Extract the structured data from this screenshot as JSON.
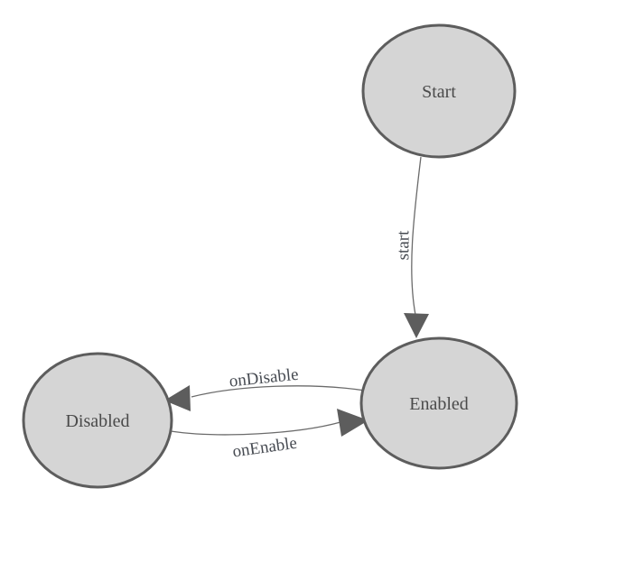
{
  "nodes": {
    "start": {
      "label": "Start"
    },
    "enabled": {
      "label": "Enabled"
    },
    "disabled": {
      "label": "Disabled"
    }
  },
  "edges": {
    "start_to_enabled": {
      "from": "Start",
      "to": "Enabled",
      "label": "start"
    },
    "enabled_to_disabled": {
      "from": "Enabled",
      "to": "Disabled",
      "label": "onDisable"
    },
    "disabled_to_enabled": {
      "from": "Disabled",
      "to": "Enabled",
      "label": "onEnable"
    }
  },
  "colors": {
    "background": "#ffffff",
    "node_fill": "#d5d5d5",
    "node_stroke": "#5d5d5d",
    "node_text": "#4a4a4a",
    "edge_stroke": "#6b6b6b",
    "arrow_fill": "#5d5d5d",
    "edge_text": "#474b52"
  }
}
